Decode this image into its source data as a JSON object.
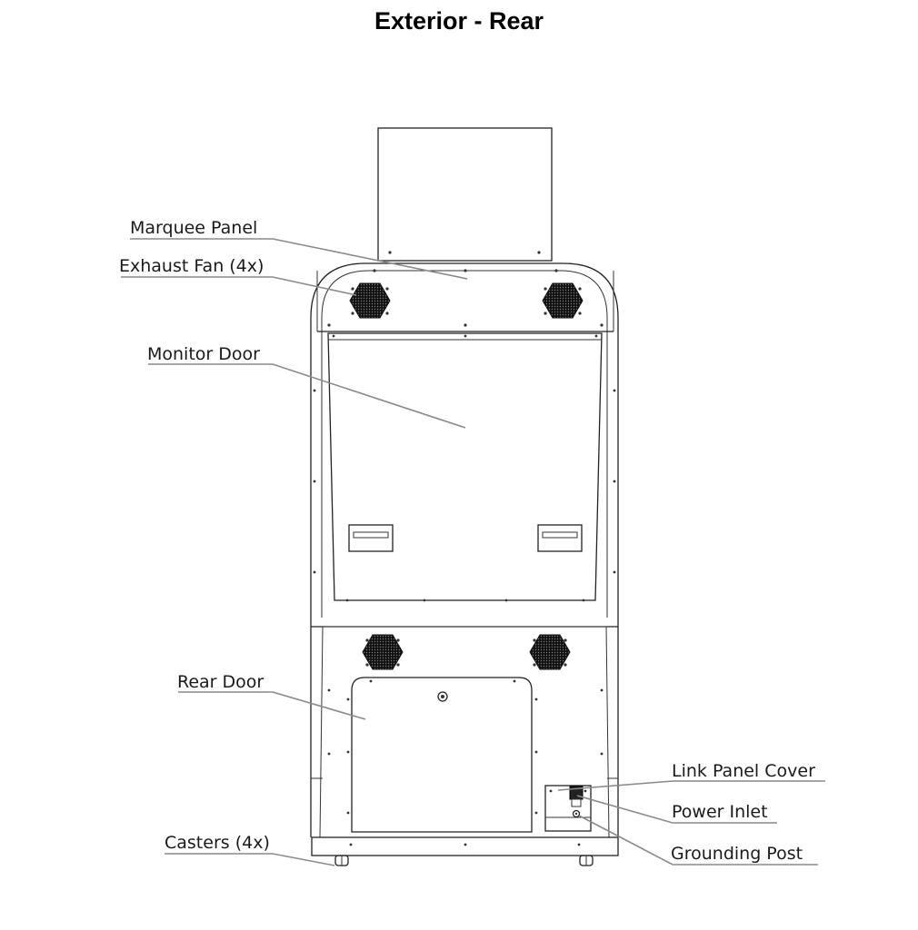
{
  "title": "Exterior - Rear",
  "callouts": {
    "marquee_panel": "Marquee Panel",
    "exhaust_fan": "Exhaust Fan (4x)",
    "monitor_door": "Monitor Door",
    "rear_door": "Rear Door",
    "casters": "Casters (4x)",
    "link_panel_cover": "Link Panel Cover",
    "power_inlet": "Power Inlet",
    "grounding_post": "Grounding Post"
  }
}
